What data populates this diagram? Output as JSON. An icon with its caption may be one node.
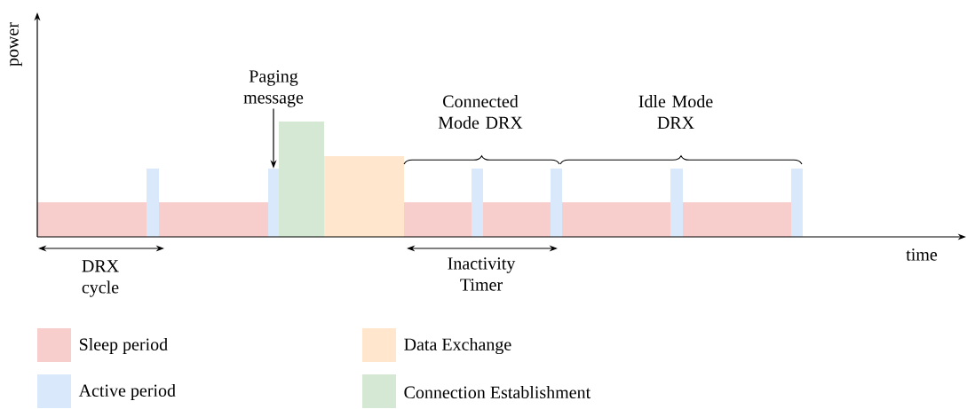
{
  "diagram": {
    "nodes": [
      {
        "text": [
          "Paging message"
        ]
      },
      {
        "text": [],
        "shape": "bar"
      },
      {
        "text": [],
        "shape": "bar"
      },
      {
        "text": [],
        "shape": "bar"
      },
      {
        "text": [],
        "shape": "bar"
      },
      {
        "text": [],
        "shape": "bar"
      },
      {
        "text": [],
        "shape": "bar"
      },
      {
        "text": [],
        "shape": "bar"
      },
      {
        "text": [],
        "shape": "bar"
      },
      {
        "text": [],
        "shape": "bar"
      },
      {
        "text": [],
        "shape": "bar"
      },
      {
        "text": [],
        "shape": "bar"
      },
      {
        "text": [],
        "shape": "bar"
      },
      {
        "text": [],
        "shape": "bar"
      },
      {
        "text": [],
        "shape": "bar"
      }
    ],
    "edges": [
      {
        "from": 0,
        "to": 4,
        "arrow": "to"
      }
    ],
    "labels": [
      "power",
      "Connected Mode DRX",
      "Idle Mode DRX",
      "time",
      "DRX cycle",
      "Inactivity Timer"
    ],
    "legend": [
      {
        "text": "Sleep period",
        "color": "#f8cecc"
      },
      {
        "text": "Active period",
        "color": "#dae8fc"
      },
      {
        "text": "Data Exchange",
        "color": "#ffe6cc"
      },
      {
        "text": "Connection Establishment",
        "color": "#d5e8d4"
      }
    ]
  }
}
